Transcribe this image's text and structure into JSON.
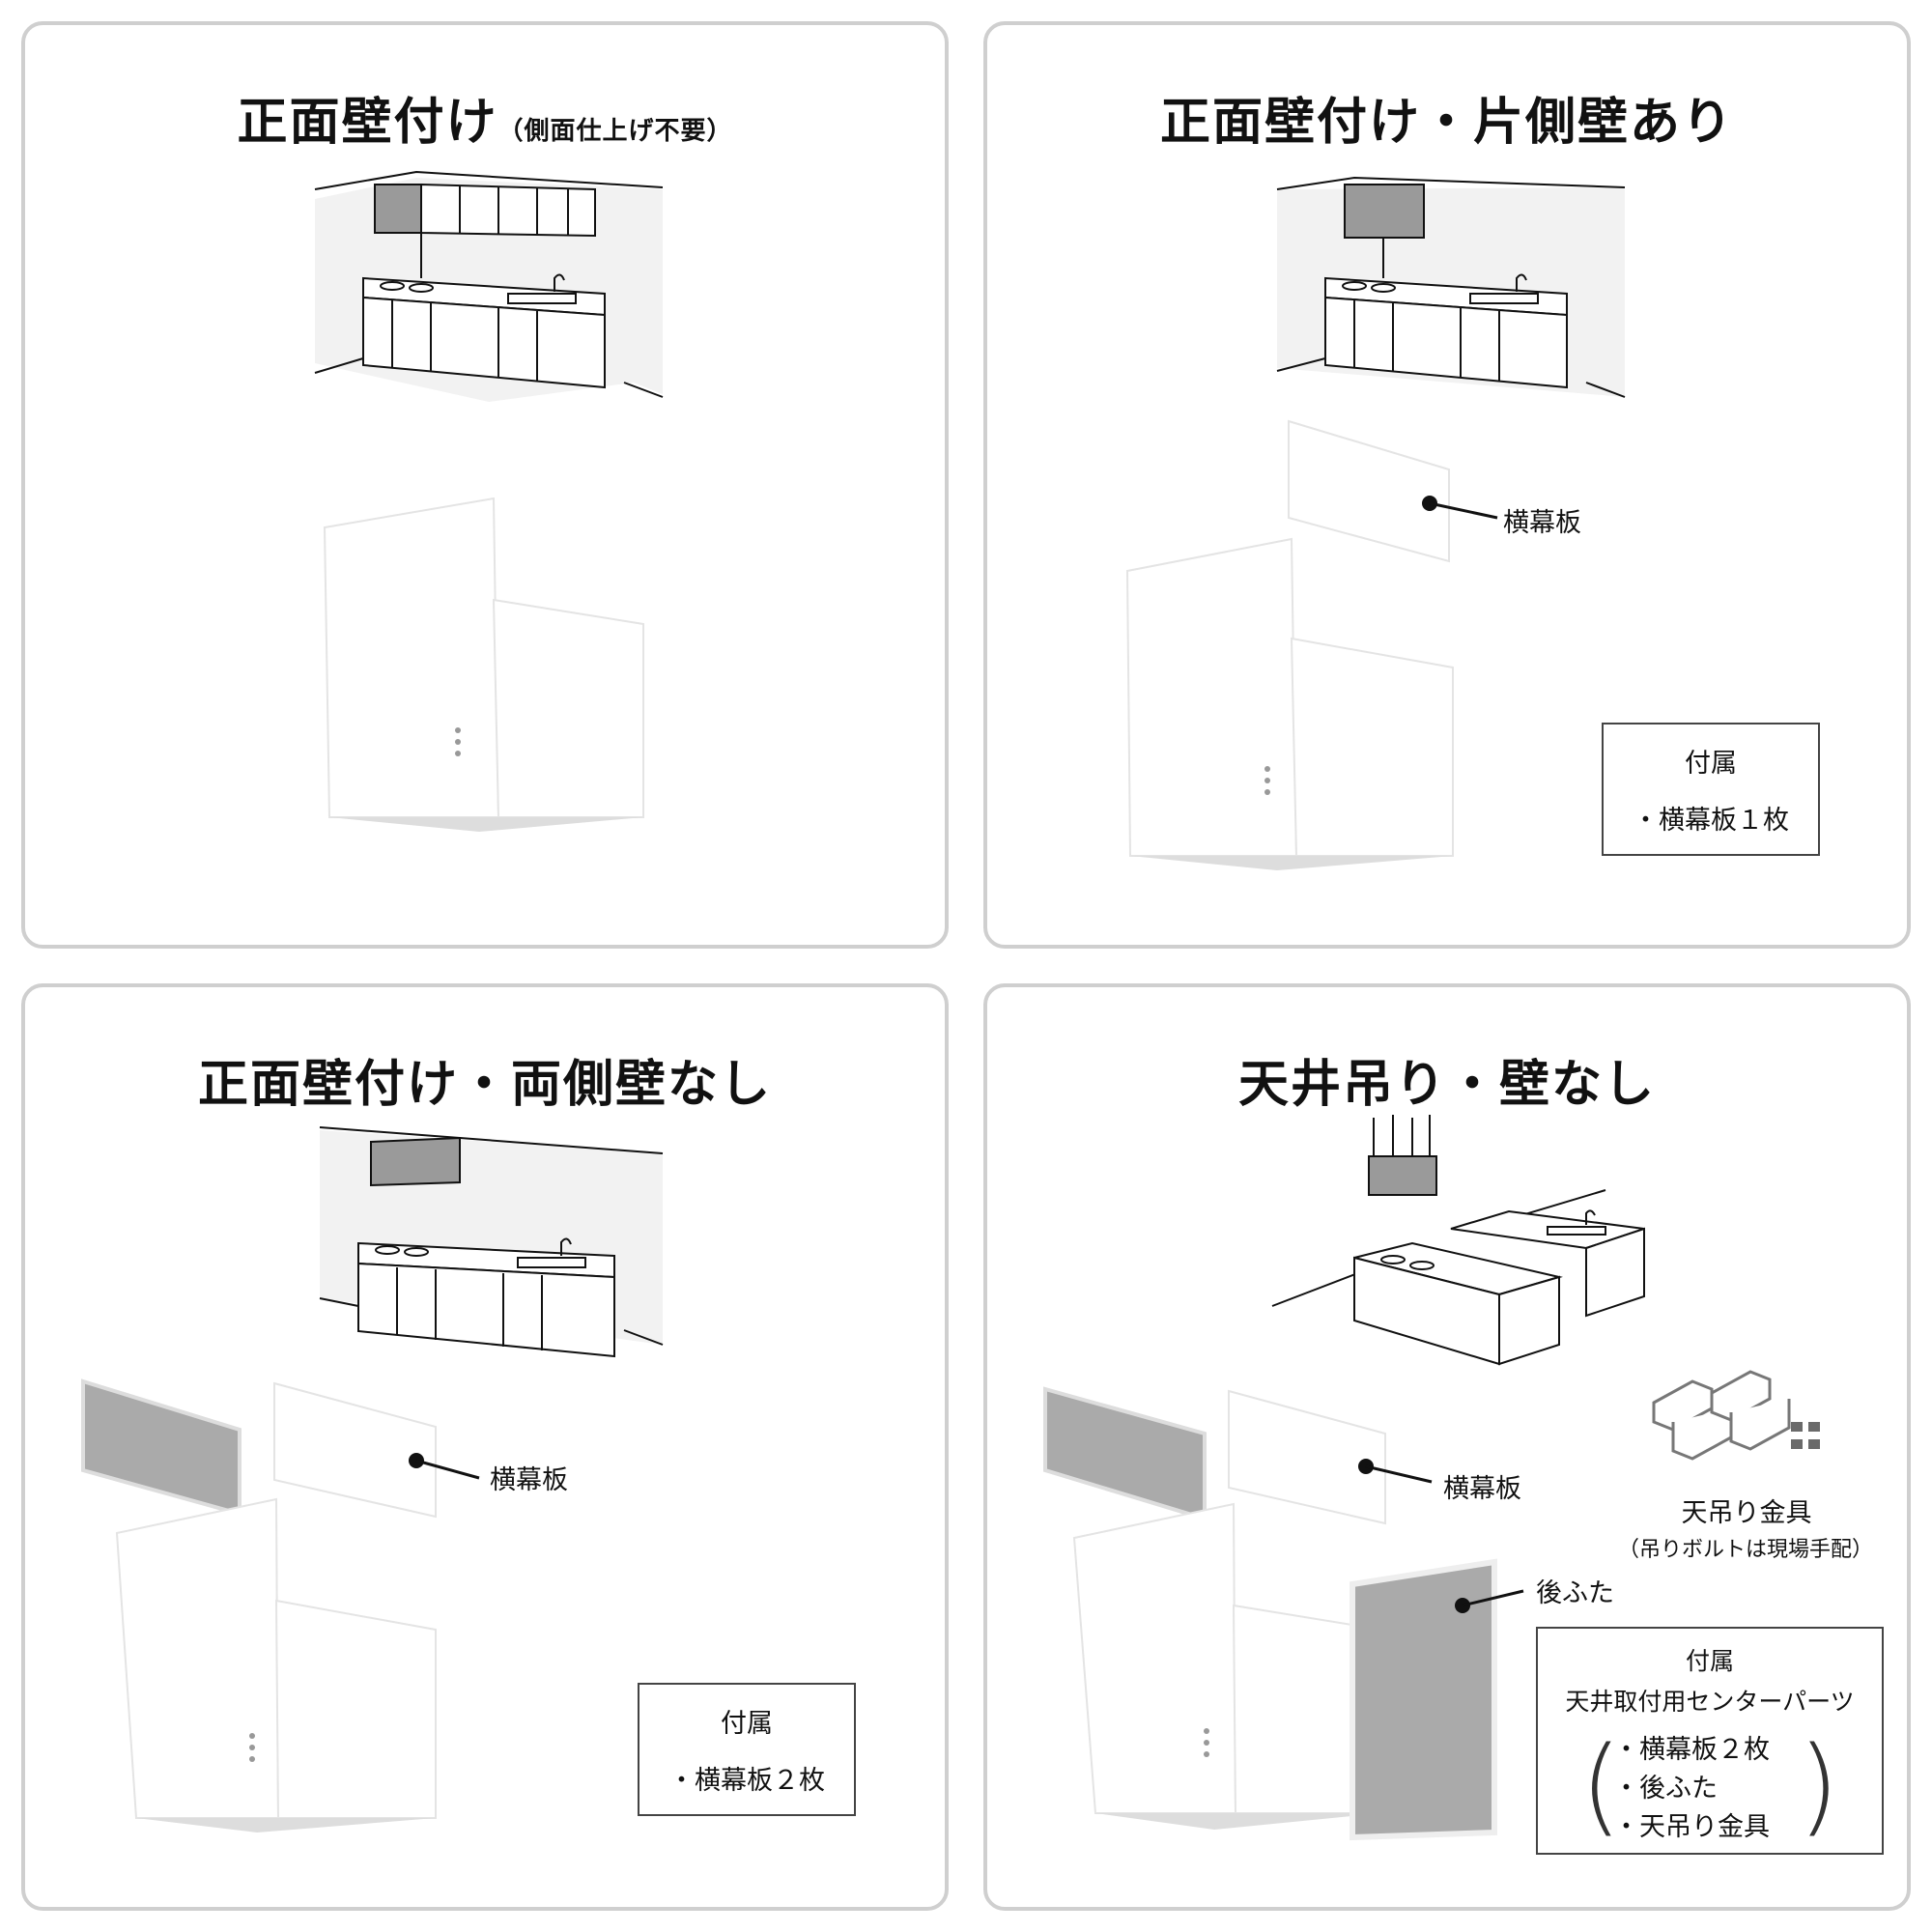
{
  "panels": {
    "p1": {
      "title": "正面壁付け",
      "title_sub": "（側面仕上げ不要）"
    },
    "p2": {
      "title": "正面壁付け・片側壁あり",
      "part_label": "横幕板",
      "acc_head": "付属",
      "acc_item": "・横幕板１枚"
    },
    "p3": {
      "title": "正面壁付け・両側壁なし",
      "part_label": "横幕板",
      "acc_head": "付属",
      "acc_item": "・横幕板２枚"
    },
    "p4": {
      "title": "天井吊り・壁なし",
      "part_label": "横幕板",
      "bracket_label": "天吊り金具",
      "bracket_note": "（吊りボルトは現場手配）",
      "back_label": "後ふた",
      "acc_head": "付属",
      "acc_sub": "天井取付用センターパーツ",
      "acc_items": [
        "・横幕板２枚",
        "・後ふた",
        "・天吊り金具"
      ]
    }
  },
  "colors": {
    "hood_gray": "#9a9a9a",
    "panel_border": "#cfcfcf",
    "wall_fill": "#f2f2f2"
  }
}
